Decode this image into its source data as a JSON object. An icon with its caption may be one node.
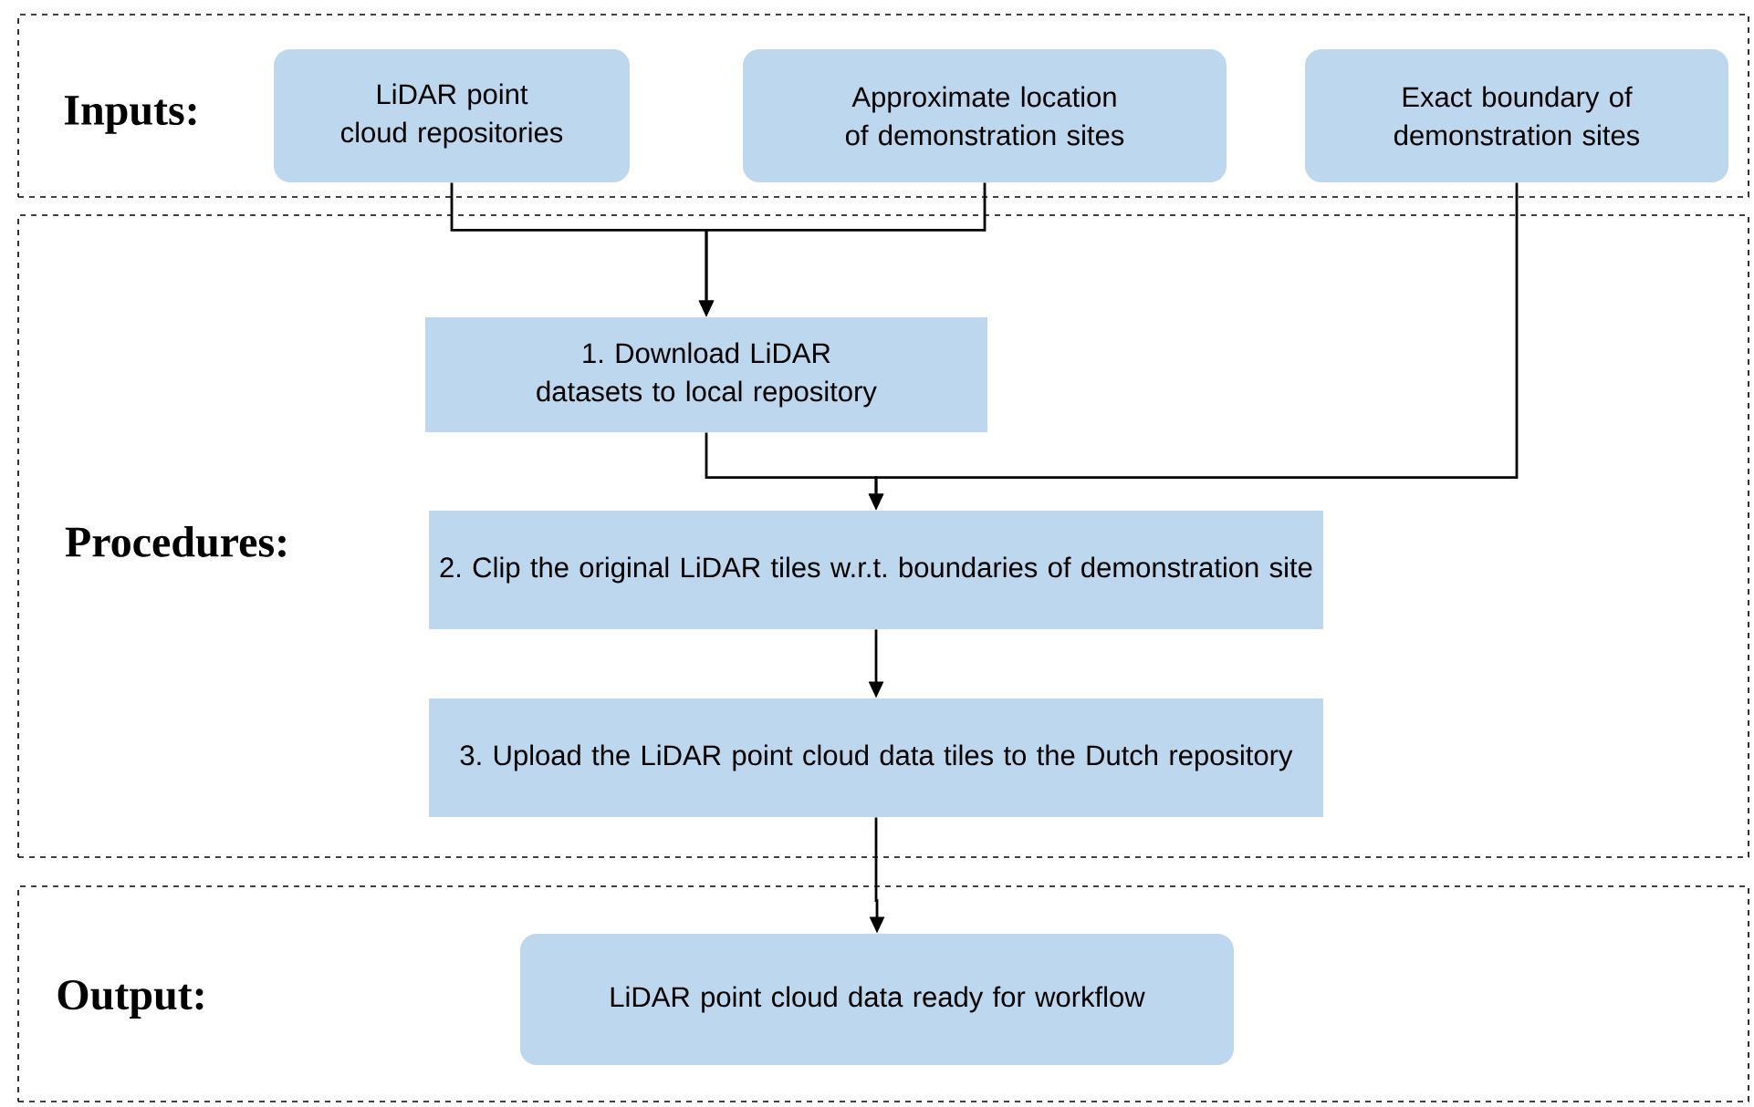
{
  "diagram": {
    "nodes": [
      {
        "text": [
          "Inputs:"
        ]
      },
      {
        "text": [
          "LiDAR point cloud repositories"
        ],
        "in": 0
      },
      {
        "text": [
          "Approximate location of demonstration sites"
        ],
        "in": 0
      },
      {
        "text": [
          "Exact boundary of demonstration sites"
        ],
        "in": 0
      },
      {
        "text": [
          "Procedures:"
        ]
      },
      {
        "text": [
          "1. Download LiDAR datasets to local repository"
        ],
        "in": 4
      },
      {
        "text": [
          "2. Clip the original LiDAR tiles w.r.t. boundaries of demonstration site"
        ],
        "in": 4
      },
      {
        "text": [
          "3. Upload the LiDAR point cloud data tiles to the Dutch repository"
        ],
        "in": 4
      },
      {
        "text": [
          "Output:"
        ]
      },
      {
        "text": [
          "LiDAR point cloud data ready for workflow"
        ],
        "in": 8
      }
    ],
    "edges": [
      {
        "from": 1,
        "to": 5,
        "arrow": "to"
      },
      {
        "from": 2,
        "to": 5,
        "arrow": "to"
      },
      {
        "from": 5,
        "to": 6,
        "arrow": "to"
      },
      {
        "from": 3,
        "to": 6,
        "arrow": "to"
      },
      {
        "from": 6,
        "to": 7,
        "arrow": "to"
      },
      {
        "from": 7,
        "to": 9,
        "arrow": "to"
      }
    ]
  }
}
